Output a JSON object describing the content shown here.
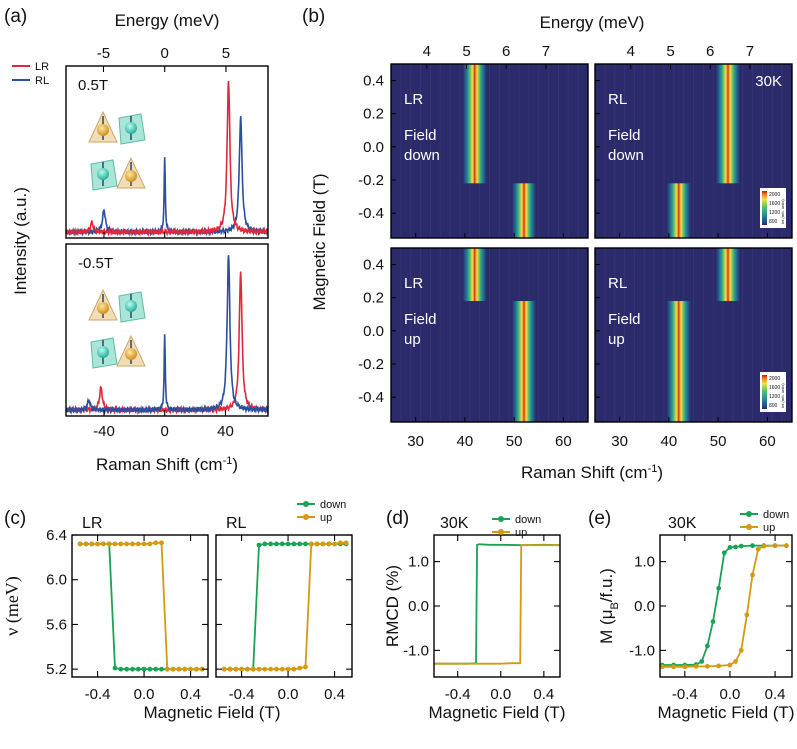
{
  "colors": {
    "LR": "#e0283c",
    "RL": "#2a4f9c",
    "down": "#19a355",
    "up": "#d49a12",
    "map_bg": "#2b2a6b",
    "frame": "#000000"
  },
  "panel_labels": [
    "(a)",
    "(b)",
    "(c)",
    "(d)",
    "(e)"
  ],
  "chart_data": [
    {
      "id": "a",
      "type": "line",
      "xlabel": "Raman Shift (cm⁻¹)",
      "x2label": "Energy (meV)",
      "ylabel": "Intensity (a.u.)",
      "xlim": [
        -65,
        68
      ],
      "xticks": [
        -40,
        0,
        40
      ],
      "x2ticks": [
        -5,
        0,
        5
      ],
      "legend": [
        {
          "name": "LR",
          "color": "LR"
        },
        {
          "name": "RL",
          "color": "RL"
        }
      ],
      "subplots": [
        {
          "label": "0.5T",
          "series": [
            {
              "name": "LR",
              "peaks": [
                [
                  -48,
                  0.06
                ],
                [
                  42,
                  0.95
                ]
              ]
            },
            {
              "name": "RL",
              "peaks": [
                [
                  -40,
                  0.14
                ],
                [
                  0,
                  0.46
                ],
                [
                  50,
                  0.72
                ]
              ]
            }
          ]
        },
        {
          "label": "-0.5T",
          "series": [
            {
              "name": "LR",
              "peaks": [
                [
                  -42,
                  0.14
                ],
                [
                  50,
                  0.87
                ]
              ]
            },
            {
              "name": "RL",
              "peaks": [
                [
                  -50,
                  0.06
                ],
                [
                  0,
                  0.46
                ],
                [
                  42,
                  0.97
                ]
              ]
            }
          ]
        }
      ]
    },
    {
      "id": "b",
      "type": "heatmap",
      "xlabel": "Raman Shift (cm⁻¹)",
      "x2label": "Energy (meV)",
      "ylabel": "Magnetic Field (T)",
      "xlim": [
        25,
        65
      ],
      "ylim": [
        -0.55,
        0.5
      ],
      "xticks": [
        30,
        40,
        50,
        60
      ],
      "x2ticks": [
        4,
        5,
        6,
        7
      ],
      "yticks": [
        0.4,
        0.2,
        0.0,
        -0.2,
        -0.4
      ],
      "temperature": "30K",
      "colorbar": {
        "ticks": [
          "2000",
          "1600",
          "1200",
          "800"
        ],
        "label": "Int (arb. units)"
      },
      "maps": [
        {
          "pol": "LR",
          "sweep": [
            "Field",
            "down"
          ],
          "switch_field": -0.22,
          "peak_above": 42,
          "peak_below": 52
        },
        {
          "pol": "RL",
          "sweep": [
            "Field",
            "down"
          ],
          "switch_field": -0.22,
          "peak_above": 52,
          "peak_below": 42
        },
        {
          "pol": "LR",
          "sweep": [
            "Field",
            "up"
          ],
          "switch_field": 0.18,
          "peak_above": 42,
          "peak_below": 52
        },
        {
          "pol": "RL",
          "sweep": [
            "Field",
            "up"
          ],
          "switch_field": 0.18,
          "peak_above": 52,
          "peak_below": 42
        }
      ]
    },
    {
      "id": "c",
      "type": "line",
      "xlabel": "Magnetic Field (T)",
      "ylabel": "ν (meV)",
      "xlim": [
        -0.62,
        0.55
      ],
      "ylim": [
        5.13,
        6.4
      ],
      "xticks": [
        -0.4,
        0.0,
        0.4
      ],
      "yticks": [
        6.4,
        6.0,
        5.6,
        5.2
      ],
      "legend": [
        {
          "name": "down",
          "color": "down"
        },
        {
          "name": "up",
          "color": "up"
        }
      ],
      "subplots": [
        {
          "label": "LR",
          "series": [
            {
              "name": "down",
              "x": [
                0.5,
                0.45,
                0.4,
                0.35,
                0.3,
                0.25,
                0.2,
                0.15,
                0.1,
                0.05,
                0.0,
                -0.05,
                -0.1,
                -0.15,
                -0.2,
                -0.25,
                -0.3,
                -0.35,
                -0.4,
                -0.45,
                -0.5,
                -0.55
              ],
              "y": [
                5.2,
                5.2,
                5.2,
                5.2,
                5.2,
                5.2,
                5.2,
                5.2,
                5.2,
                5.2,
                5.2,
                5.2,
                5.2,
                5.2,
                5.2,
                5.21,
                6.32,
                6.32,
                6.32,
                6.32,
                6.32,
                6.32
              ]
            },
            {
              "name": "up",
              "x": [
                -0.55,
                -0.5,
                -0.45,
                -0.4,
                -0.35,
                -0.3,
                -0.25,
                -0.2,
                -0.15,
                -0.1,
                -0.05,
                0.0,
                0.05,
                0.1,
                0.15,
                0.2,
                0.25,
                0.3,
                0.35,
                0.4,
                0.45,
                0.5
              ],
              "y": [
                6.32,
                6.32,
                6.32,
                6.32,
                6.32,
                6.32,
                6.32,
                6.32,
                6.32,
                6.32,
                6.32,
                6.32,
                6.32,
                6.33,
                6.33,
                5.2,
                5.2,
                5.2,
                5.2,
                5.2,
                5.2,
                5.2
              ]
            }
          ]
        },
        {
          "label": "RL",
          "series": [
            {
              "name": "down",
              "x": [
                0.5,
                0.45,
                0.4,
                0.35,
                0.3,
                0.25,
                0.2,
                0.15,
                0.1,
                0.05,
                0.0,
                -0.05,
                -0.1,
                -0.15,
                -0.2,
                -0.25,
                -0.3,
                -0.35,
                -0.4,
                -0.45,
                -0.5,
                -0.55
              ],
              "y": [
                6.32,
                6.32,
                6.32,
                6.32,
                6.32,
                6.32,
                6.32,
                6.32,
                6.32,
                6.32,
                6.32,
                6.32,
                6.32,
                6.32,
                6.32,
                6.31,
                5.2,
                5.2,
                5.2,
                5.2,
                5.2,
                5.2
              ]
            },
            {
              "name": "up",
              "x": [
                -0.55,
                -0.5,
                -0.45,
                -0.4,
                -0.35,
                -0.3,
                -0.25,
                -0.2,
                -0.15,
                -0.1,
                -0.05,
                0.0,
                0.05,
                0.1,
                0.15,
                0.2,
                0.25,
                0.3,
                0.35,
                0.4,
                0.45,
                0.5
              ],
              "y": [
                5.2,
                5.2,
                5.2,
                5.2,
                5.2,
                5.2,
                5.2,
                5.2,
                5.2,
                5.2,
                5.2,
                5.2,
                5.2,
                5.21,
                5.22,
                6.32,
                6.32,
                6.32,
                6.32,
                6.32,
                6.33,
                6.33
              ]
            }
          ]
        }
      ]
    },
    {
      "id": "d",
      "type": "line",
      "label": "30K",
      "xlabel": "Magnetic Field (T)",
      "ylabel": "RMCD (%)",
      "xlim": [
        -0.62,
        0.55
      ],
      "ylim": [
        -1.6,
        1.6
      ],
      "xticks": [
        -0.4,
        0.0,
        0.4
      ],
      "yticks": [
        1.0,
        0.0,
        -1.0
      ],
      "legend": [
        {
          "name": "down",
          "color": "down"
        },
        {
          "name": "up",
          "color": "up"
        }
      ],
      "series": [
        {
          "name": "down",
          "x": [
            0.55,
            0.4,
            0.2,
            0.0,
            -0.1,
            -0.2,
            -0.22,
            -0.23,
            -0.3,
            -0.45,
            -0.62
          ],
          "y": [
            1.37,
            1.38,
            1.37,
            1.38,
            1.38,
            1.39,
            1.38,
            -1.29,
            -1.3,
            -1.3,
            -1.3
          ]
        },
        {
          "name": "up",
          "x": [
            -0.62,
            -0.45,
            -0.3,
            -0.1,
            0.0,
            0.1,
            0.18,
            0.19,
            0.3,
            0.45,
            0.55
          ],
          "y": [
            -1.3,
            -1.3,
            -1.3,
            -1.3,
            -1.3,
            -1.29,
            -1.29,
            1.37,
            1.37,
            1.37,
            1.37
          ]
        }
      ]
    },
    {
      "id": "e",
      "type": "line",
      "label": "30K",
      "xlabel": "Magnetic Field (T)",
      "ylabel": "M (μB/f.u.)",
      "xlim": [
        -0.62,
        0.55
      ],
      "ylim": [
        -1.6,
        1.6
      ],
      "xticks": [
        -0.4,
        0.0,
        0.4
      ],
      "yticks": [
        1.0,
        0.0,
        -1.0
      ],
      "legend": [
        {
          "name": "down",
          "color": "down"
        },
        {
          "name": "up",
          "color": "up"
        }
      ],
      "series": [
        {
          "name": "down",
          "x": [
            0.5,
            0.4,
            0.3,
            0.2,
            0.1,
            0.05,
            0.0,
            -0.05,
            -0.1,
            -0.15,
            -0.2,
            -0.25,
            -0.3,
            -0.4,
            -0.5,
            -0.6
          ],
          "y": [
            1.36,
            1.36,
            1.36,
            1.36,
            1.35,
            1.33,
            1.32,
            1.2,
            0.4,
            -0.35,
            -0.9,
            -1.25,
            -1.32,
            -1.33,
            -1.33,
            -1.33
          ]
        },
        {
          "name": "up",
          "x": [
            -0.6,
            -0.5,
            -0.4,
            -0.3,
            -0.2,
            -0.1,
            0.0,
            0.05,
            0.1,
            0.15,
            0.2,
            0.25,
            0.3,
            0.4,
            0.5
          ],
          "y": [
            -1.37,
            -1.37,
            -1.37,
            -1.36,
            -1.36,
            -1.35,
            -1.33,
            -1.25,
            -1.0,
            -0.2,
            0.7,
            1.28,
            1.35,
            1.36,
            1.36
          ]
        }
      ]
    }
  ]
}
